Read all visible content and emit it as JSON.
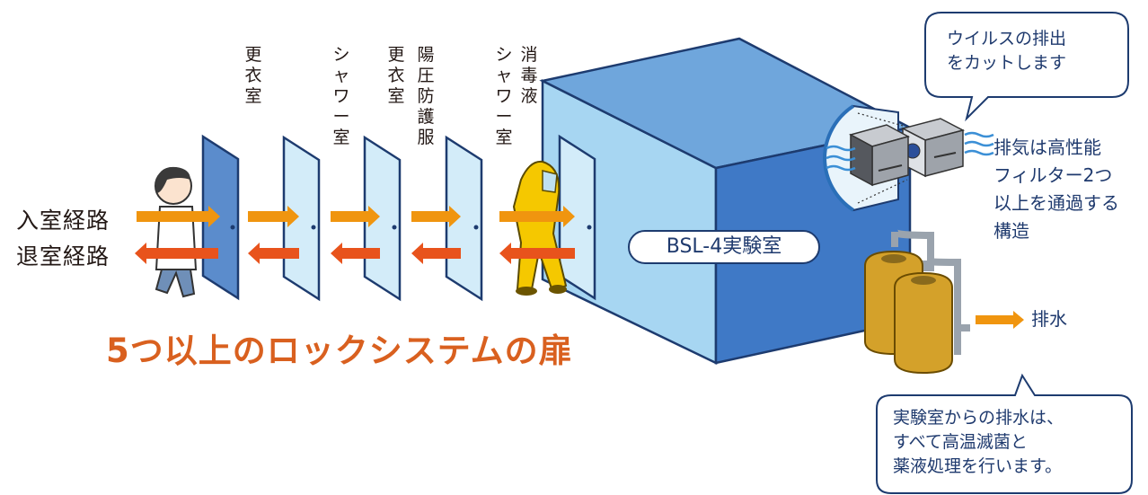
{
  "stages": [
    {
      "label": "更衣室"
    },
    {
      "label": "シャワー室"
    },
    {
      "label": "更衣室"
    },
    {
      "label": "陽圧防護服"
    },
    {
      "label": "消毒液\nシャワー室"
    }
  ],
  "routes": {
    "entry": "入室経路",
    "exit": "退室経路"
  },
  "headline": "5つ以上のロックシステムの扉",
  "lab_label": "BSL-4実験室",
  "bubble_top": "ウイルスの排出\nをカットします",
  "exhaust_text": "排気は高性能\nフィルター2つ\n以上を通過する\n構造",
  "drain_label": "排水",
  "bubble_bottom": "実験室からの排水は、\nすべて高温滅菌と\n薬液処理を行います。",
  "colors": {
    "entry_arrow": "#f0950f",
    "exit_arrow": "#e8531c",
    "door_dark": "#5b8ccc",
    "door_light": "#d3ecf9",
    "lab_front": "#a7d6f2",
    "lab_top": "#6fa6dc",
    "lab_side": "#3f79c6",
    "headline": "#d9601f",
    "text_blue": "#1f3a6e",
    "tank": "#d4a12a",
    "suit": "#f5c800"
  }
}
